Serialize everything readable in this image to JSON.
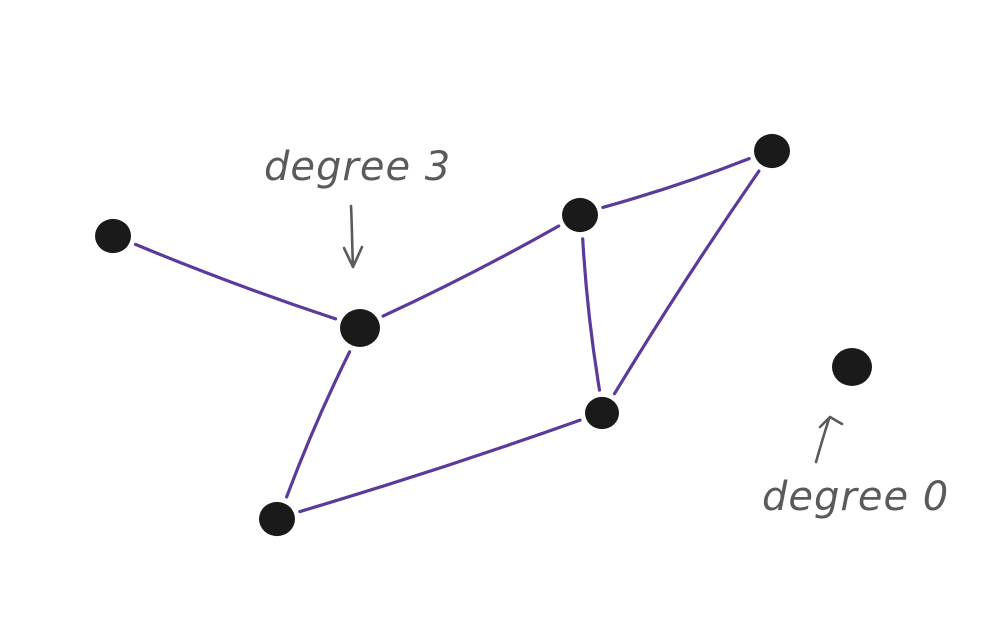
{
  "colors": {
    "edge": "#5b3a9c",
    "node": "#1a1a1a",
    "annotation": "#5a5a5a",
    "background": "#ffffff"
  },
  "annotations": {
    "degree_3": "degree 3",
    "degree_0": "degree 0"
  },
  "graph": {
    "nodes": [
      {
        "id": "n1"
      },
      {
        "id": "n2"
      },
      {
        "id": "n3"
      },
      {
        "id": "n4"
      },
      {
        "id": "n5"
      },
      {
        "id": "n6"
      },
      {
        "id": "n7"
      }
    ],
    "edges": [
      [
        "n1",
        "n2"
      ],
      [
        "n2",
        "n3"
      ],
      [
        "n2",
        "n5"
      ],
      [
        "n3",
        "n4"
      ],
      [
        "n3",
        "n6"
      ],
      [
        "n4",
        "n6"
      ],
      [
        "n5",
        "n6"
      ]
    ]
  }
}
